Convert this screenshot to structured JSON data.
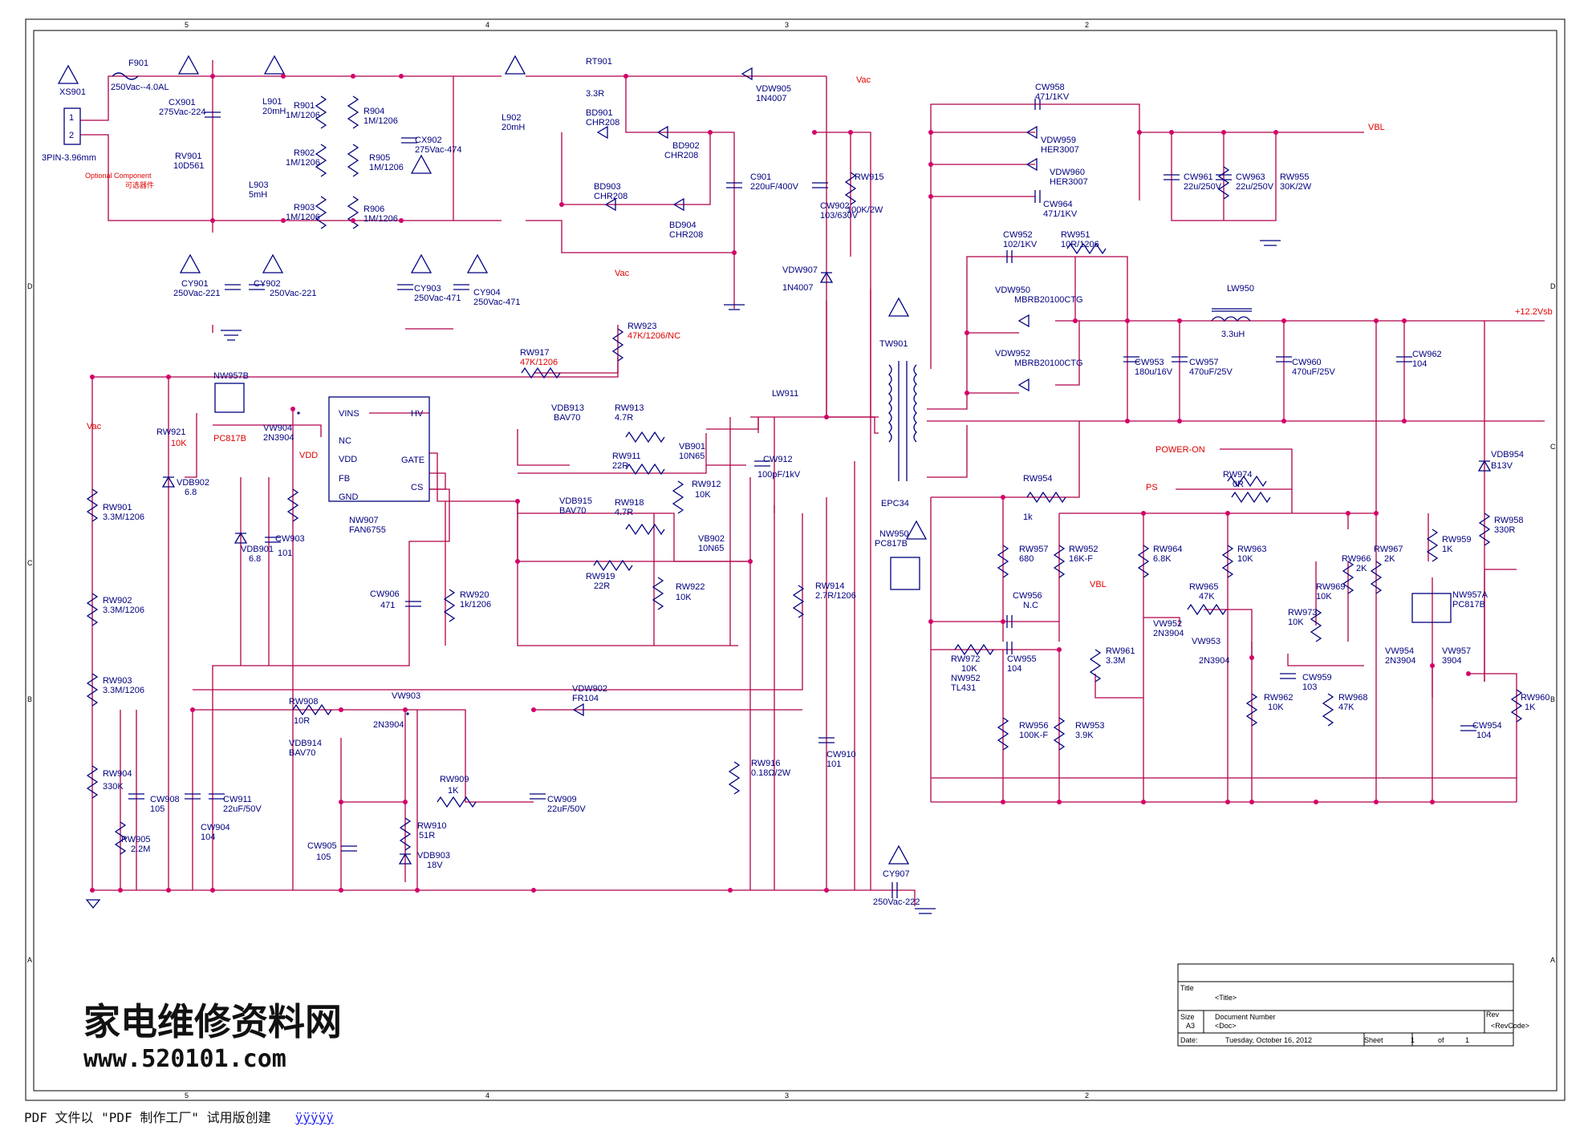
{
  "zones": {
    "top": [
      "5",
      "4",
      "3",
      "2"
    ],
    "bottom": [
      "5",
      "4",
      "3",
      "2"
    ],
    "side": [
      "D",
      "C",
      "B",
      "A"
    ]
  },
  "labels": {
    "xs901": "XS901",
    "conn_pin1": "1",
    "conn_pin2": "2",
    "conn": "3PIN-3.96mm",
    "f901": "F901",
    "f901_val": "250Vac--4.0AL",
    "cx901": "CX901",
    "cx901_val": "275Vac-224",
    "rv901": "RV901",
    "rv901_val": "10D561",
    "optional_en": "Optional Component",
    "optional_cn": "可选器件",
    "l901": "L901",
    "l901_val": "20mH",
    "l903": "L903",
    "l903_val": "5mH",
    "r901": "R901",
    "r901_val": "1M/1206",
    "r902": "R902",
    "r902_val": "1M/1206",
    "r903": "R903",
    "r903_val": "1M/1206",
    "r904": "R904",
    "r904_val": "1M/1206",
    "r905": "R905",
    "r905_val": "1M/1206",
    "r906": "R906",
    "r906_val": "1M/1206",
    "cx902": "CX902",
    "cx902_val": "275Vac-474",
    "cy901": "CY901",
    "cy901_val": "250Vac-221",
    "cy902": "CY902",
    "cy902_val": "250Vac-221",
    "cy903": "CY903",
    "cy903_val": "250Vac-471",
    "cy904": "CY904",
    "cy904_val": "250Vac-471",
    "l902": "L902",
    "l902_val": "20mH",
    "rt901": "RT901",
    "rt901_val": "3.3R",
    "bd901": "BD901",
    "bd901_val": "CHR208",
    "bd902": "BD902",
    "bd902_val": "CHR208",
    "bd903": "BD903",
    "bd903_val": "CHR208",
    "bd904": "BD904",
    "bd904_val": "CHR208",
    "c901": "C901",
    "c901_val": "220uF/400V",
    "vdw905": "VDW905",
    "vdw905_val": "1N4007",
    "vac": "Vac",
    "cw902": "CW902",
    "cw902_val": "103/630V",
    "rw915": "RW915",
    "rw915_val": "100K/2W",
    "vdw907": "VDW907",
    "vdw907_val": "1N4007",
    "rw923": "RW923",
    "rw923_val": "47K/1206/NC",
    "rw917": "RW917",
    "rw917_val": "47K/1206",
    "nw957b": "NW957B",
    "pc817b": "PC817B",
    "vw904": "VW904",
    "vw904_val": "2N3904",
    "ic_vins": "VINS",
    "ic_nc": "NC",
    "ic_vdd": "VDD",
    "ic_fb": "FB",
    "ic_gnd": "GND",
    "ic_hv": "HV",
    "ic_gate": "GATE",
    "ic_cs": "CS",
    "nw907": "NW907",
    "fan6755": "FAN6755",
    "vdd": "VDD",
    "rw921": "RW921",
    "rw921_val": "10K",
    "vdb902": "VDB902",
    "vdb902_val": "6.8",
    "vdb901": "VDB901",
    "vdb901_val": "6.8",
    "cw903": "CW903",
    "cw903_val": "101",
    "cw906": "CW906",
    "cw906_val": "471",
    "rw920": "RW920",
    "rw920_val": "1k/1206",
    "vdb913": "VDB913",
    "vdb913_val": "BAV70",
    "rw913": "RW913",
    "rw913_val": "4.7R",
    "rw911": "RW911",
    "rw911_val": "22R",
    "vb901": "VB901",
    "vb901_val": "10N65",
    "rw912": "RW912",
    "rw912_val": "10K",
    "vdb915": "VDB915",
    "vdb915_val": "BAV70",
    "rw918": "RW918",
    "rw918_val": "4.7R",
    "rw919": "RW919",
    "rw919_val": "22R",
    "vb902": "VB902",
    "vb902_val": "10N65",
    "rw922": "RW922",
    "rw922_val": "10K",
    "lw911": "LW911",
    "cw912": "CW912",
    "cw912_val": "100pF/1kV",
    "tw901": "TW901",
    "epc34": "EPC34",
    "rw914": "RW914",
    "rw914_val": "2.7R/1206",
    "rw916": "RW916",
    "rw916_val": "0.18Ω/2W",
    "cw910": "CW910",
    "cw910_val": "101",
    "vdw902": "VDW902",
    "vdw902_val": "FR104",
    "rw901": "RW901",
    "rw901_val": "3.3M/1206",
    "rw902": "RW902",
    "rw902_val": "3.3M/1206",
    "rw903": "RW903",
    "rw903_val": "3.3M/1206",
    "rw904": "RW904",
    "rw904_val": "330K",
    "rw905": "RW905",
    "rw905_val": "2.2M",
    "cw908": "CW908",
    "cw908_val": "105",
    "cw904": "CW904",
    "cw904_val": "104",
    "cw911": "CW911",
    "cw911_val": "22uF/50V",
    "rw908": "RW908",
    "rw908_val": "10R",
    "vw903": "VW903",
    "vw903_val": "2N3904",
    "vdb914": "VDB914",
    "vdb914_val": "BAV70",
    "rw909": "RW909",
    "rw909_val": "1K",
    "rw910": "RW910",
    "rw910_val": "51R",
    "vdb903": "VDB903",
    "vdb903_val": "18V",
    "cw905": "CW905",
    "cw905_val": "105",
    "cw909": "CW909",
    "cw909_val": "22uF/50V",
    "cy907": "CY907",
    "cy907_val": "250Vac-222",
    "cw958": "CW958",
    "cw958_val": "471/1KV",
    "vdw959": "VDW959",
    "vdw959_val": "HER3007",
    "vdw960": "VDW960",
    "vdw960_val": "HER3007",
    "cw964": "CW964",
    "cw964_val": "471/1KV",
    "vbl": "VBL",
    "cw961": "CW961",
    "cw961_val": "22u/250V",
    "cw963": "CW963",
    "cw963_val": "22u/250V",
    "rw955": "RW955",
    "rw955_val": "30K/2W",
    "cw952": "CW952",
    "cw952_val": "102/1KV",
    "rw951": "RW951",
    "rw951_val": "10R/1206",
    "vdw950": "VDW950",
    "vdw950_val": "MBRB20100CTG",
    "vdw952": "VDW952",
    "vdw952_val": "MBRB20100CTG",
    "lw950": "LW950",
    "lw950_val": "3.3uH",
    "v12": "+12.2Vsb",
    "cw953": "CW953",
    "cw953_val": "180u/16V",
    "cw957": "CW957",
    "cw957_val": "470uF/25V",
    "cw960": "CW960",
    "cw960_val": "470uF/25V",
    "cw962": "CW962",
    "cw962_val": "104",
    "vdb954": "VDB954",
    "vdb954_val": "B13V",
    "power_on": "POWER-ON",
    "ps": "PS",
    "rw974": "RW974",
    "rw974_val": "0R",
    "rw954": "RW954",
    "rw954_val": "1k",
    "nw950": "NW950",
    "nw950_val": "PC817B",
    "rw957": "RW957",
    "rw957_val": "680",
    "rw952": "RW952",
    "rw952_val": "16K-F",
    "rw964": "RW964",
    "rw964_val": "6.8K",
    "rw963": "RW963",
    "rw963_val": "10K",
    "rw966": "RW966",
    "rw966_val": "2K",
    "rw967": "RW967",
    "rw967_val": "2K",
    "rw959": "RW959",
    "rw959_val": "1K",
    "rw958": "RW958",
    "rw958_val": "330R",
    "cw956": "CW956",
    "cw956_val": "N.C",
    "vbl2": "VBL",
    "vw952": "VW952",
    "vw952_val": "2N3904",
    "rw965": "RW965",
    "rw965_val": "47K",
    "rw969": "RW969",
    "rw969_val": "10K",
    "rw973": "RW973",
    "rw973_val": "10K",
    "nw957a": "NW957A",
    "nw957a_val": "PC817B",
    "rw972": "RW972",
    "rw972_val": "10K",
    "cw955": "CW955",
    "cw955_val": "104",
    "nw952": "NW952",
    "nw952_val": "TL431",
    "rw961": "RW961",
    "rw961_val": "3.3M",
    "vw953": "VW953",
    "vw953_val": "2N3904",
    "cw959": "CW959",
    "cw959_val": "103",
    "vw954": "VW954",
    "vw954_val": "2N3904",
    "vw957": "VW957",
    "vw957_val": "3904",
    "rw962": "RW962",
    "rw962_val": "10K",
    "rw968": "RW968",
    "rw968_val": "47K",
    "rw960": "RW960",
    "rw960_val": "1K",
    "cw954": "CW954",
    "cw954_val": "104",
    "rw956": "RW956",
    "rw956_val": "100K-F",
    "rw953": "RW953",
    "rw953_val": "3.9K"
  },
  "title_block": {
    "title_label": "Title",
    "title_value": "<Title>",
    "size_label": "Size",
    "size_value": "A3",
    "docnum_label": "Document Number",
    "docnum_value": "<Doc>",
    "rev_label": "Rev",
    "rev_value": "<RevCode>",
    "date_label": "Date:",
    "date_value": "Tuesday, October 16, 2012",
    "sheet_label": "Sheet",
    "sheet_value": "1",
    "of_label": "of",
    "of_value": "1"
  },
  "watermark": {
    "chinese": "家电维修资料网",
    "url": "www.520101.com"
  },
  "footer": {
    "text": "PDF 文件以 \"PDF 制作工厂\" 试用版创建",
    "link": "ÿÿÿÿÿ"
  }
}
